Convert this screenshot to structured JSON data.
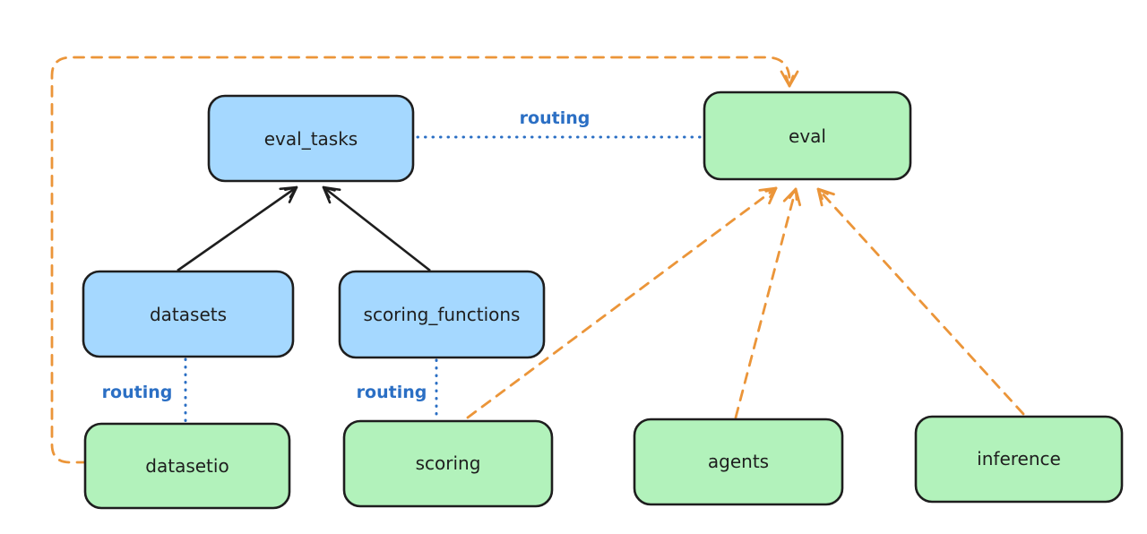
{
  "background": "#ffffff",
  "colors": {
    "background": "#ffffff",
    "node_blue": "#a5d8ff",
    "node_green": "#b2f2bb",
    "stroke": "#1e1e1e",
    "routing_blue": "#2b6fc4",
    "arrow_orange": "#eb9539"
  },
  "nodes": [
    {
      "id": "eval_tasks",
      "label": "eval_tasks",
      "kind": "blue"
    },
    {
      "id": "eval",
      "label": "eval",
      "kind": "green"
    },
    {
      "id": "datasets",
      "label": "datasets",
      "kind": "blue"
    },
    {
      "id": "scoring_functions",
      "label": "scoring_functions",
      "kind": "blue"
    },
    {
      "id": "datasetio",
      "label": "datasetio",
      "kind": "green"
    },
    {
      "id": "scoring",
      "label": "scoring",
      "kind": "green"
    },
    {
      "id": "agents",
      "label": "agents",
      "kind": "green"
    },
    {
      "id": "inference",
      "label": "inference",
      "kind": "green"
    }
  ],
  "edges": [
    {
      "from": "datasets",
      "to": "eval_tasks",
      "style": "solid-arrow",
      "color": "black"
    },
    {
      "from": "scoring_functions",
      "to": "eval_tasks",
      "style": "solid-arrow",
      "color": "black"
    },
    {
      "from": "eval_tasks",
      "to": "eval",
      "style": "dotted",
      "color": "blue",
      "label": "routing"
    },
    {
      "from": "datasets",
      "to": "datasetio",
      "style": "dotted",
      "color": "blue",
      "label": "routing"
    },
    {
      "from": "scoring_functions",
      "to": "scoring",
      "style": "dotted",
      "color": "blue",
      "label": "routing"
    },
    {
      "from": "datasetio",
      "to": "eval",
      "style": "dashed-arrow",
      "color": "orange",
      "route": "around-left-and-top"
    },
    {
      "from": "scoring",
      "to": "eval",
      "style": "dashed-arrow",
      "color": "orange"
    },
    {
      "from": "agents",
      "to": "eval",
      "style": "dashed-arrow",
      "color": "orange"
    },
    {
      "from": "inference",
      "to": "eval",
      "style": "dashed-arrow",
      "color": "orange"
    }
  ]
}
